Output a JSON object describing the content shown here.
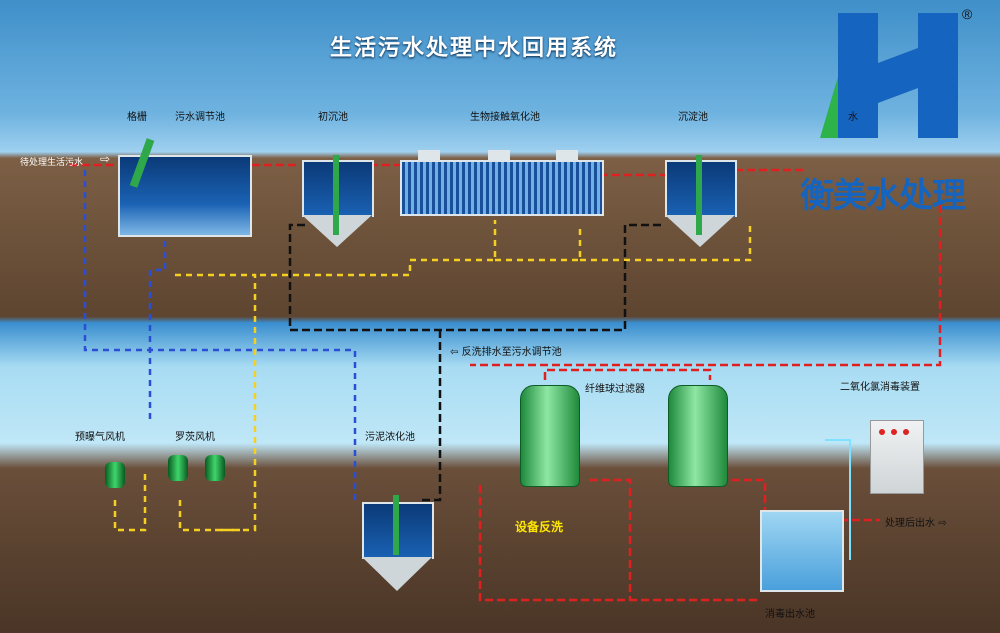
{
  "title": "生活污水处理中水回用系统",
  "brand": {
    "text": "衡美水处理",
    "mark": "®",
    "color": "#1565c0"
  },
  "labels": {
    "screen": "格栅",
    "equalization": "污水调节池",
    "primary": "初沉池",
    "bio": "生物接触氧化池",
    "secondary": "沉淀池",
    "water": "水",
    "inflow": "待处理生活污水",
    "backwash_return": "反洗排水至污水调节池",
    "filter": "纤维球过滤器",
    "disinfect_device": "二氧化氯消毒装置",
    "roots": "罗茨风机",
    "oxy_blower": "预曝气风机",
    "sludge": "污泥浓化池",
    "backwash": "设备反洗",
    "outflow": "处理后出水",
    "clear_pool": "消毒出水池"
  }
}
